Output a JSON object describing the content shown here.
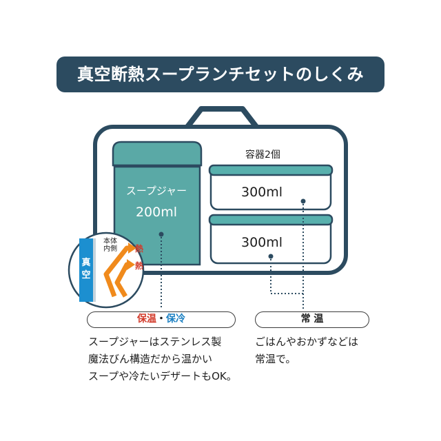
{
  "title": "真空断熱スープランチセットのしくみ",
  "jar": {
    "label": "スープジャー",
    "size": "200ml"
  },
  "containers": {
    "count_label": "容器2個",
    "top_size": "300ml",
    "bottom_size": "300ml"
  },
  "inset": {
    "body_inner_label": "本体\n内側",
    "vacuum_label": "真\n空",
    "heat_label_1": "熱",
    "heat_label_2": "熱"
  },
  "pills": {
    "left": {
      "part1": "保温",
      "sep": "・",
      "part2": "保冷"
    },
    "right": "常 温"
  },
  "descriptions": {
    "left": "スープジャーはステンレス製\n魔法びん構造だから温かい\nスープや冷たいデザートもOK。",
    "right": "ごはんやおかずなどは\n常温で。"
  },
  "colors": {
    "navy": "#2c4b60",
    "teal": "#5aa9a6",
    "lid_teal": "#58b0ad",
    "heat_red": "#d23a2a",
    "arrow_orange": "#f08a1c",
    "vacuum_blue": "#1c8fd0"
  }
}
